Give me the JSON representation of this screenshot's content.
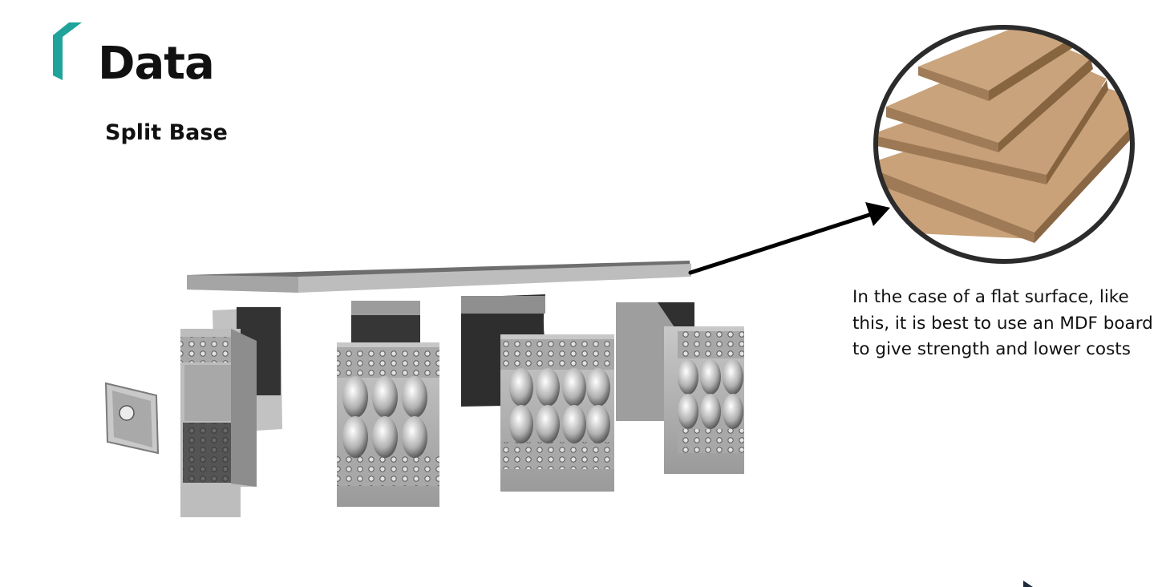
{
  "slide": {
    "title": "Data",
    "subtitle": "Split Base",
    "caption": "In the case of a flat surface, like this, it is best to use an MDF board to give strength and lower costs"
  },
  "colors": {
    "accent": "#1fa39a",
    "text": "#111111",
    "mdf": "#c79f76",
    "model_light": "#b4b4b4",
    "model_dark": "#3a3a3a"
  },
  "icons": {
    "accent_mark": "teal-bracket-icon",
    "pointer": "arrow-icon",
    "next": "play-arrow-icon"
  }
}
